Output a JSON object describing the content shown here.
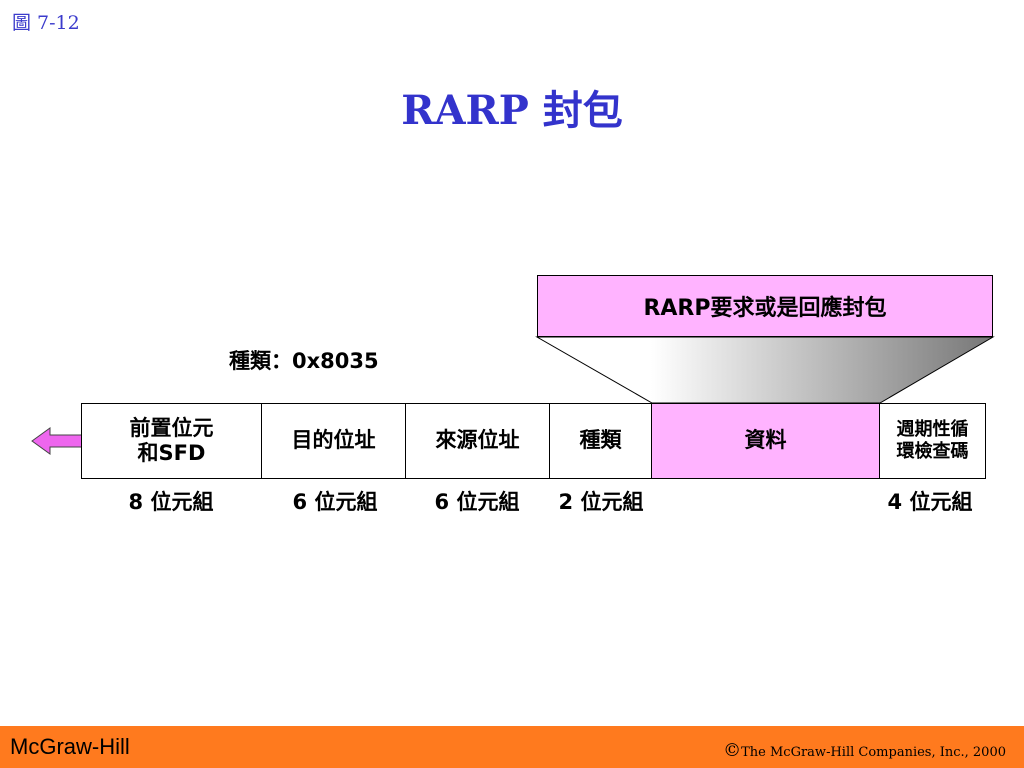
{
  "figure_label": "圖  7-12",
  "title": "RARP 封包",
  "payload_label": "RARP要求或是回應封包",
  "type_value_label": "種類：0x8035",
  "fields": [
    {
      "label": "前置位元\n和SFD",
      "size": "8 位元組"
    },
    {
      "label": "目的位址",
      "size": "6 位元組"
    },
    {
      "label": "來源位址",
      "size": "6 位元組"
    },
    {
      "label": "種類",
      "size": "2 位元組"
    },
    {
      "label": "資料",
      "size": ""
    },
    {
      "label": "週期性循\n環檢查碼",
      "size": "4 位元組"
    }
  ],
  "colors": {
    "title": "#3333cc",
    "highlight": "#ffb3ff",
    "arrow": "#ee66ee",
    "footer": "#ff7a1e"
  },
  "footer": {
    "publisher": "McGraw-Hill",
    "copyright_symbol": "©",
    "copyright_text": "The McGraw-Hill Companies, Inc., 2000"
  }
}
